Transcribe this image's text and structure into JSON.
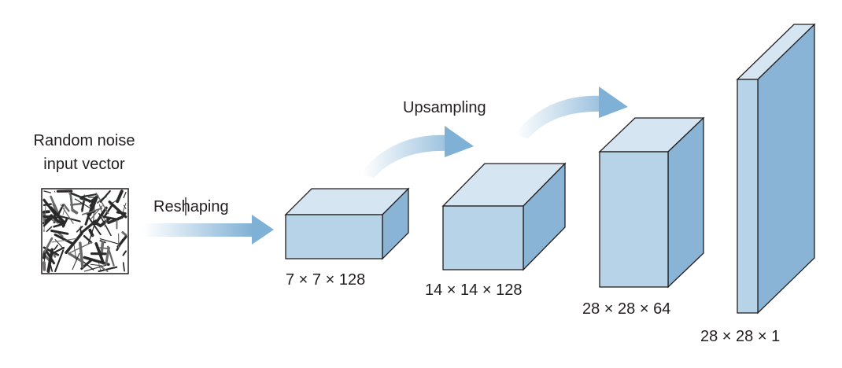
{
  "input": {
    "caption_line1": "Random noise",
    "caption_line2": "input vector",
    "noise_image": "random-noise-texture"
  },
  "steps": {
    "reshaping": "Reshaping",
    "upsampling": "Upsampling"
  },
  "layers": [
    {
      "shape": "7 × 7 × 128"
    },
    {
      "shape": "14 × 14 × 128"
    },
    {
      "shape": "28 × 28 × 64"
    },
    {
      "shape": "28 × 28 × 1"
    }
  ],
  "colors": {
    "front_face": "#b7d3e8",
    "top_face": "#d5e5f2",
    "side_face": "#8ab4d6",
    "outline": "#231f20",
    "arrow": "#7fb0d5",
    "text": "#231f20"
  }
}
